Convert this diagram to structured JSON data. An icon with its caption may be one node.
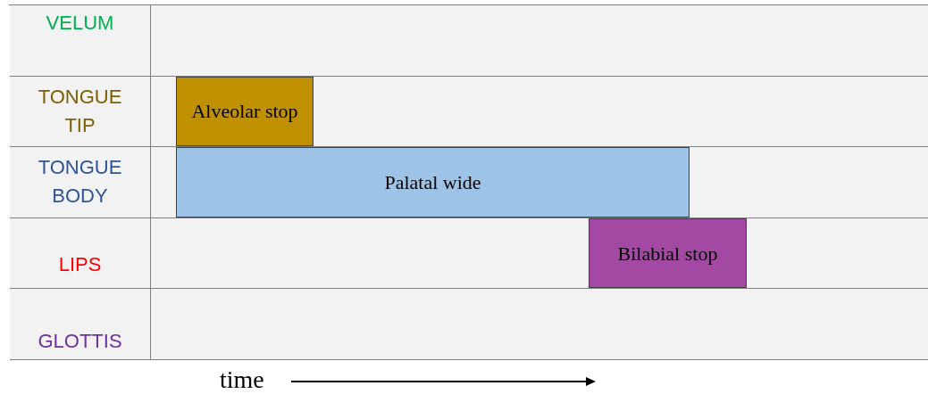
{
  "diagram": {
    "nodes": [
      {
        "text": [
          "VELUM"
        ]
      },
      {
        "text": [
          "TONGUE TIP"
        ]
      },
      {
        "text": [
          "TONGUE BODY"
        ]
      },
      {
        "text": [
          "LIPS"
        ]
      },
      {
        "text": [
          "GLOTTIS"
        ]
      },
      {
        "text": [
          "Alveolar stop"
        ],
        "in": 1
      },
      {
        "text": [
          "Palatal wide"
        ],
        "in": 2
      },
      {
        "text": [
          "Bilabial stop"
        ],
        "in": 3
      }
    ],
    "labels": [
      "time"
    ]
  }
}
